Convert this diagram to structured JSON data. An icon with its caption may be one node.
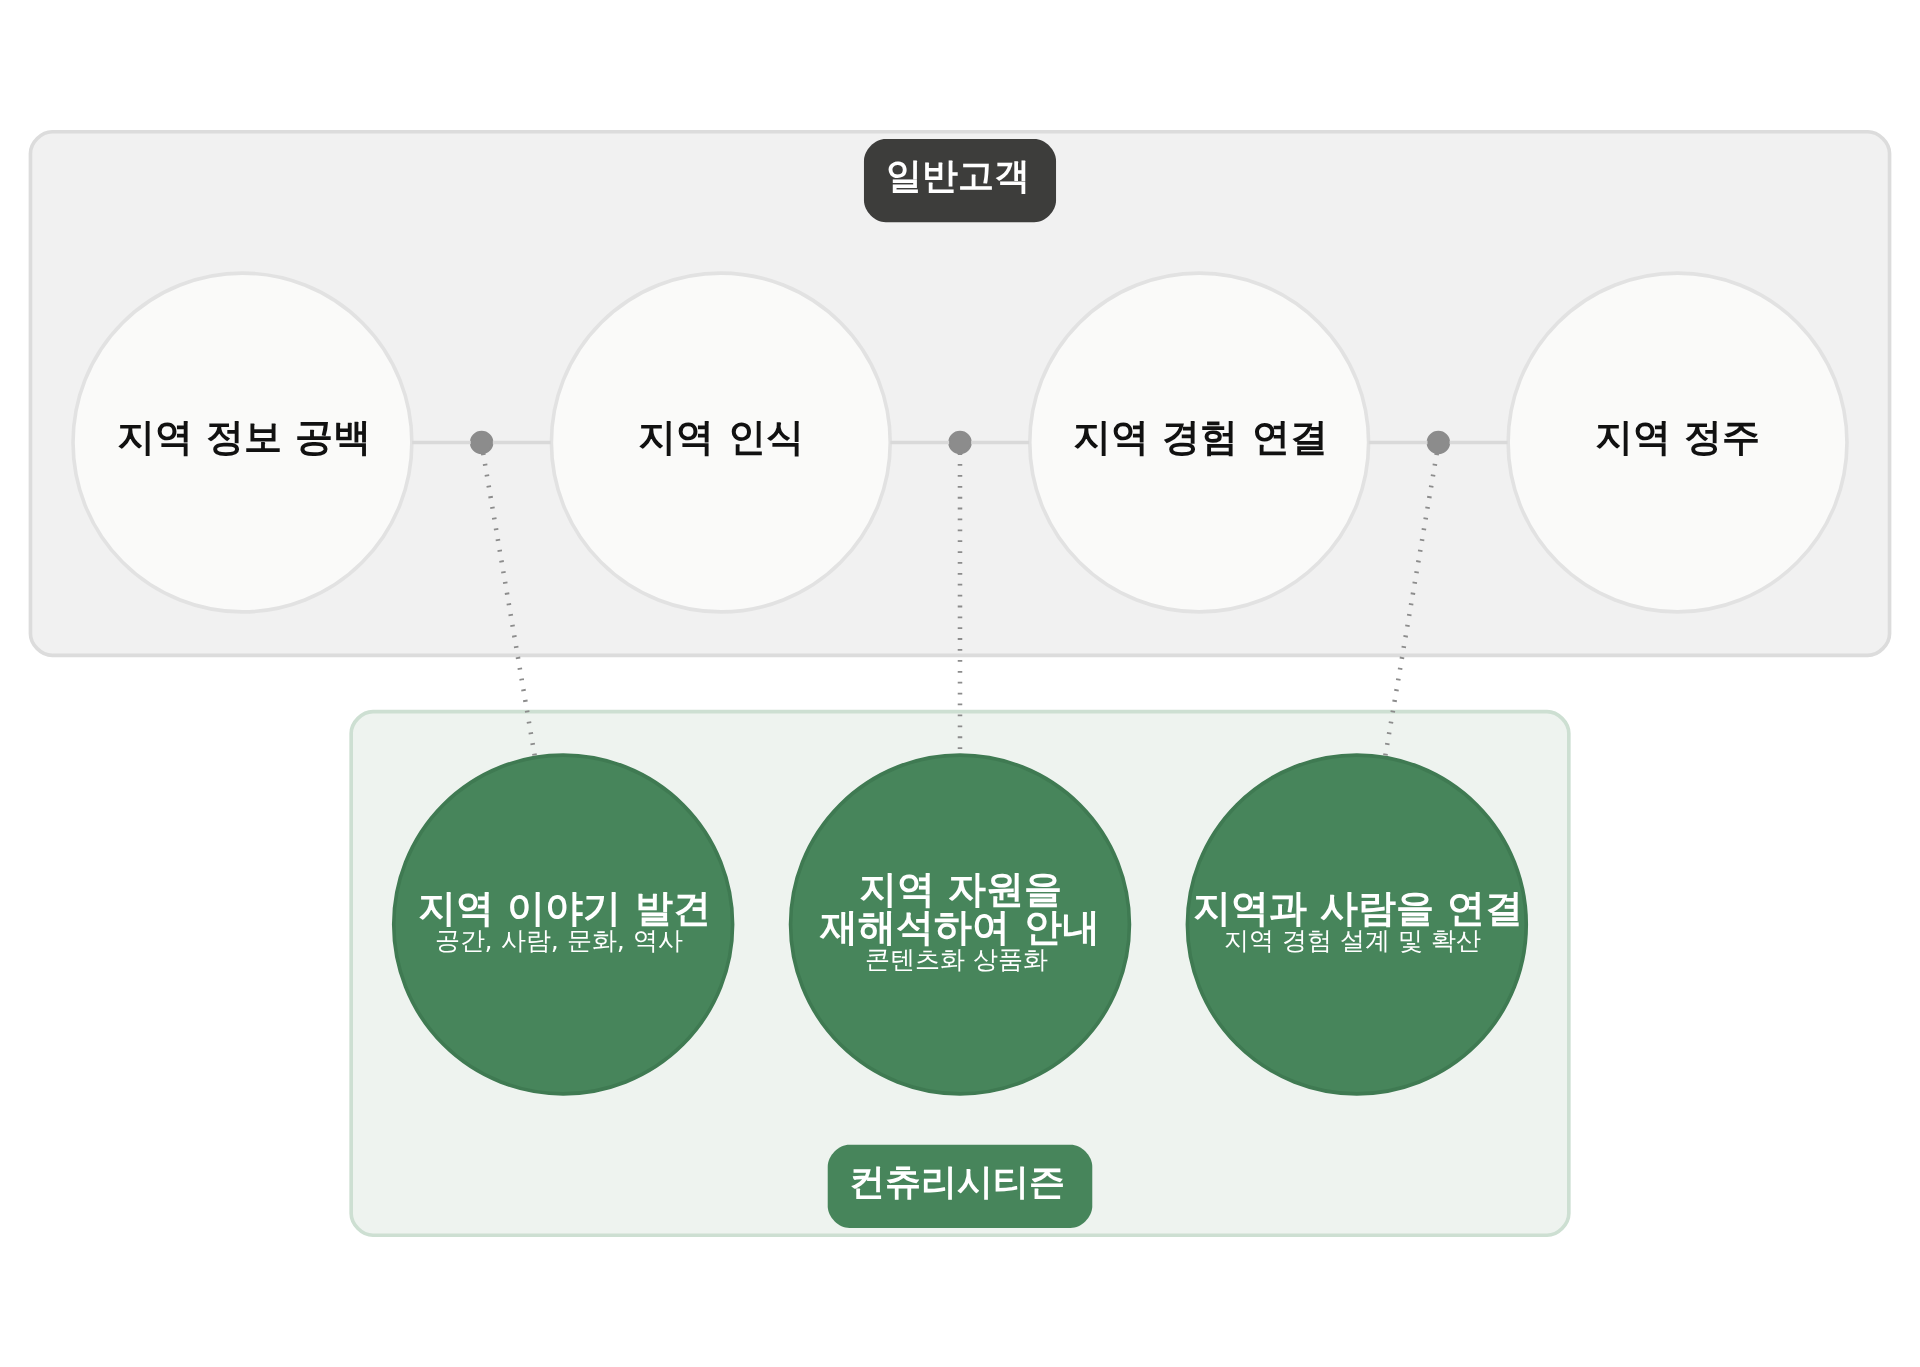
{
  "diagram": {
    "nodes": [
      {
        "text": [
          "일반고객"
        ]
      },
      {
        "text": [
          "지역 정보 공백"
        ],
        "in": 0
      },
      {
        "text": [],
        "shape": "dot",
        "in": 0
      },
      {
        "text": [
          "지역 인식"
        ],
        "in": 0
      },
      {
        "text": [],
        "shape": "dot",
        "in": 0
      },
      {
        "text": [
          "지역 경험 연결"
        ],
        "in": 0
      },
      {
        "text": [],
        "shape": "dot",
        "in": 0
      },
      {
        "text": [
          "지역 정주"
        ],
        "in": 0
      },
      {
        "text": [
          "컨츄리시티즌"
        ]
      },
      {
        "text": [
          "지역 이야기 발견",
          "공간, 사람, 문화, 역사"
        ],
        "in": 8
      },
      {
        "text": [
          "지역 자원을 재해석하여 안내",
          "콘텐츠화 상품화"
        ],
        "in": 8
      },
      {
        "text": [
          "지역과 사람을 연결",
          "지역 경험 설계 및 확산"
        ],
        "in": 8
      }
    ],
    "edges": [
      {
        "from": 1,
        "to": 2,
        "arrow": "none"
      },
      {
        "from": 2,
        "to": 3,
        "arrow": "none"
      },
      {
        "from": 3,
        "to": 4,
        "arrow": "none"
      },
      {
        "from": 4,
        "to": 5,
        "arrow": "none"
      },
      {
        "from": 5,
        "to": 6,
        "arrow": "none"
      },
      {
        "from": 6,
        "to": 7,
        "arrow": "none"
      },
      {
        "from": 2,
        "to": 9,
        "arrow": "none",
        "style": "dashed",
        "color": "#8c8c8c"
      },
      {
        "from": 4,
        "to": 10,
        "arrow": "none",
        "style": "dashed",
        "color": "#8c8c8c"
      },
      {
        "from": 6,
        "to": 11,
        "arrow": "none",
        "style": "dashed",
        "color": "#8c8c8c"
      }
    ]
  }
}
